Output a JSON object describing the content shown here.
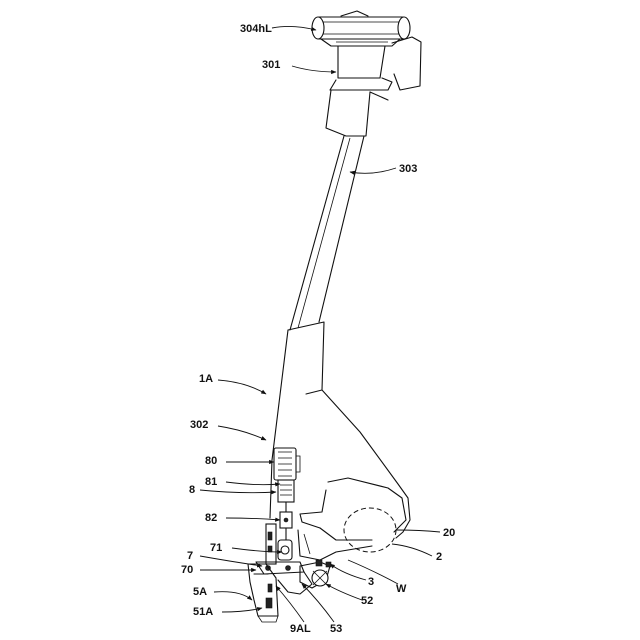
{
  "labels": {
    "l304hl": "304hL",
    "l301": "301",
    "l303": "303",
    "l1a": "1A",
    "l302": "302",
    "l80": "80",
    "l81": "81",
    "l8": "8",
    "l82": "82",
    "l71": "71",
    "l7": "7",
    "l70": "70",
    "l5a": "5A",
    "l51a": "51A",
    "l9al": "9AL",
    "l53": "53",
    "l52": "52",
    "l3": "3",
    "lw": "W",
    "l2": "2",
    "l20": "20"
  }
}
